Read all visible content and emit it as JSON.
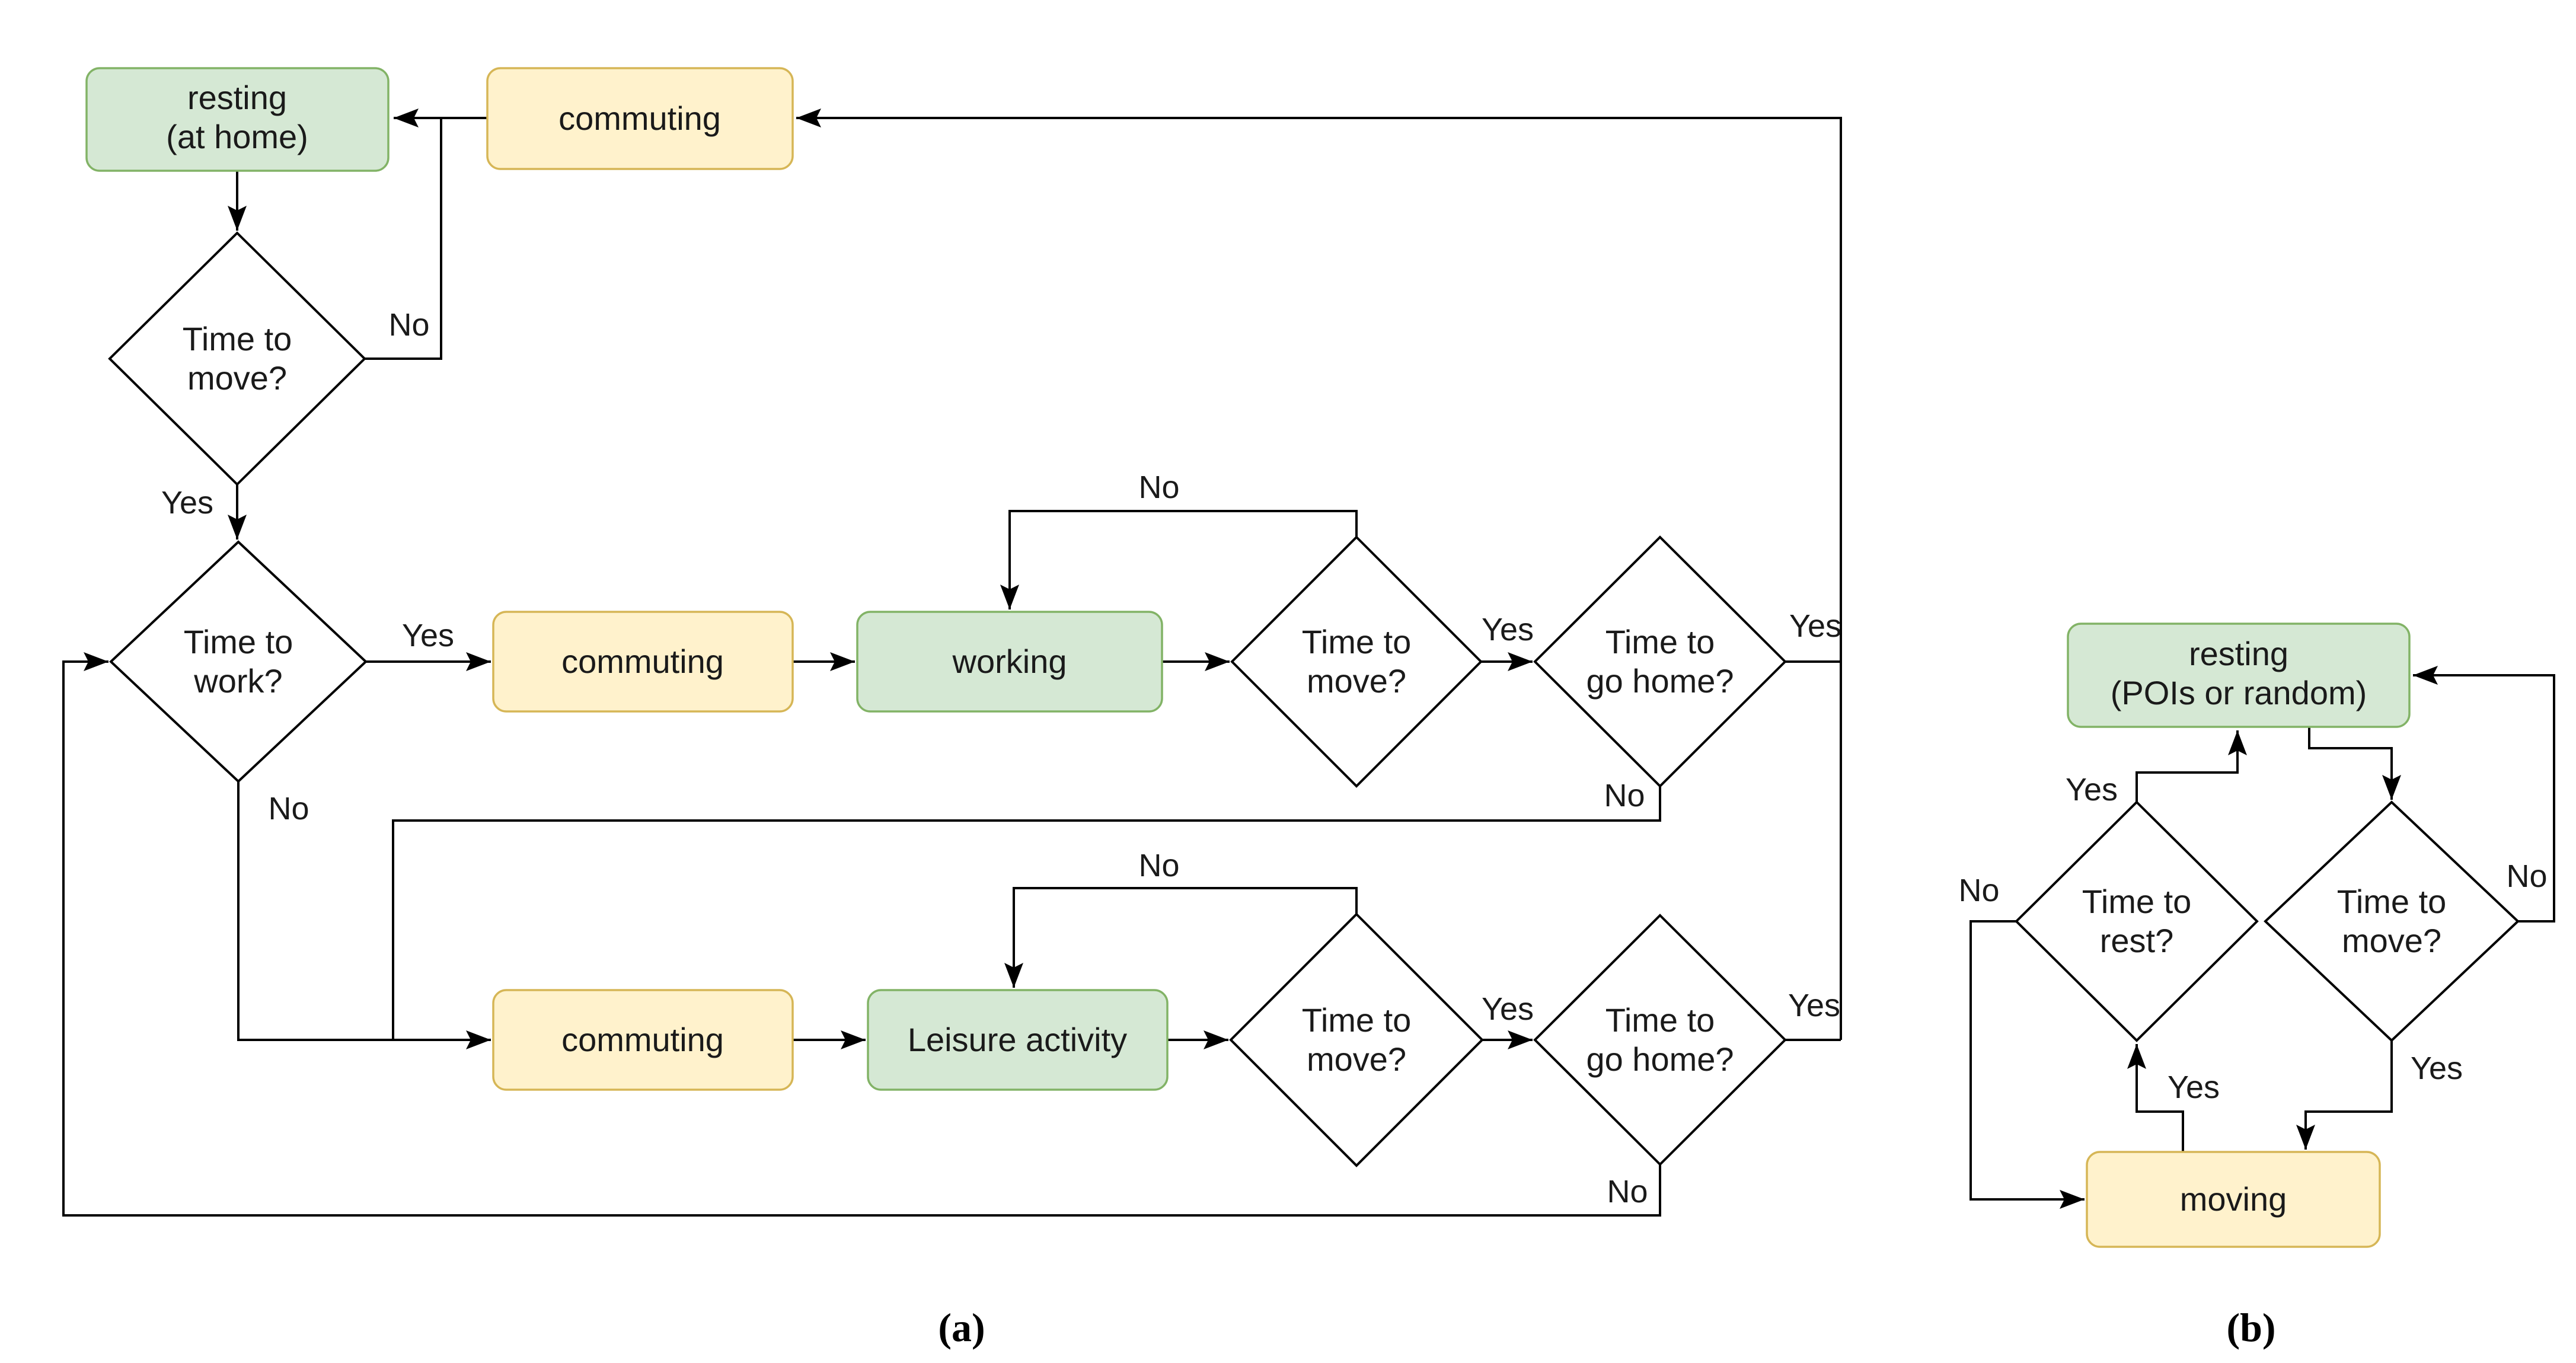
{
  "figure": {
    "caption_a": "(a)",
    "caption_b": "(b)"
  },
  "colors": {
    "background": "#ffffff",
    "state_fill": "#d5e8d4",
    "state_stroke": "#82b366",
    "transit_fill": "#fff2cc",
    "transit_stroke": "#d6b656",
    "line": "#000000",
    "text": "#1a1a1a"
  },
  "diagram_a": {
    "nodes": {
      "resting_home": {
        "line1": "resting",
        "line2": "(at home)"
      },
      "commuting_top": {
        "label": "commuting"
      },
      "time_to_move_1": {
        "line1": "Time to",
        "line2": "move?"
      },
      "time_to_work": {
        "line1": "Time to",
        "line2": "work?"
      },
      "commuting_work": {
        "label": "commuting"
      },
      "working": {
        "label": "working"
      },
      "time_to_move_2": {
        "line1": "Time to",
        "line2": "move?"
      },
      "time_to_go_home_1": {
        "line1": "Time to",
        "line2": "go home?"
      },
      "commuting_leisure": {
        "label": "commuting"
      },
      "leisure_activity": {
        "label": "Leisure activity"
      },
      "time_to_move_3": {
        "line1": "Time to",
        "line2": "move?"
      },
      "time_to_go_home_2": {
        "line1": "Time to",
        "line2": "go home?"
      }
    },
    "edge_labels": {
      "no_move_home": "No",
      "yes_move_home": "Yes",
      "yes_work": "Yes",
      "no_work": "No",
      "no_loop_working": "No",
      "yes_move_work": "Yes",
      "yes_go_home_work": "Yes",
      "no_go_home_work": "No",
      "no_loop_leisure": "No",
      "yes_move_leisure": "Yes",
      "yes_go_home_leisure": "Yes",
      "no_go_home_leisure": "No"
    }
  },
  "diagram_b": {
    "nodes": {
      "resting_poi": {
        "line1": "resting",
        "line2": "(POIs or random)"
      },
      "time_to_rest": {
        "line1": "Time to",
        "line2": "rest?"
      },
      "time_to_move": {
        "line1": "Time to",
        "line2": "move?"
      },
      "moving": {
        "label": "moving"
      }
    },
    "edge_labels": {
      "yes_rest": "Yes",
      "no_rest": "No",
      "no_move": "No",
      "yes_move": "Yes",
      "yes_from_moving": "Yes"
    }
  }
}
